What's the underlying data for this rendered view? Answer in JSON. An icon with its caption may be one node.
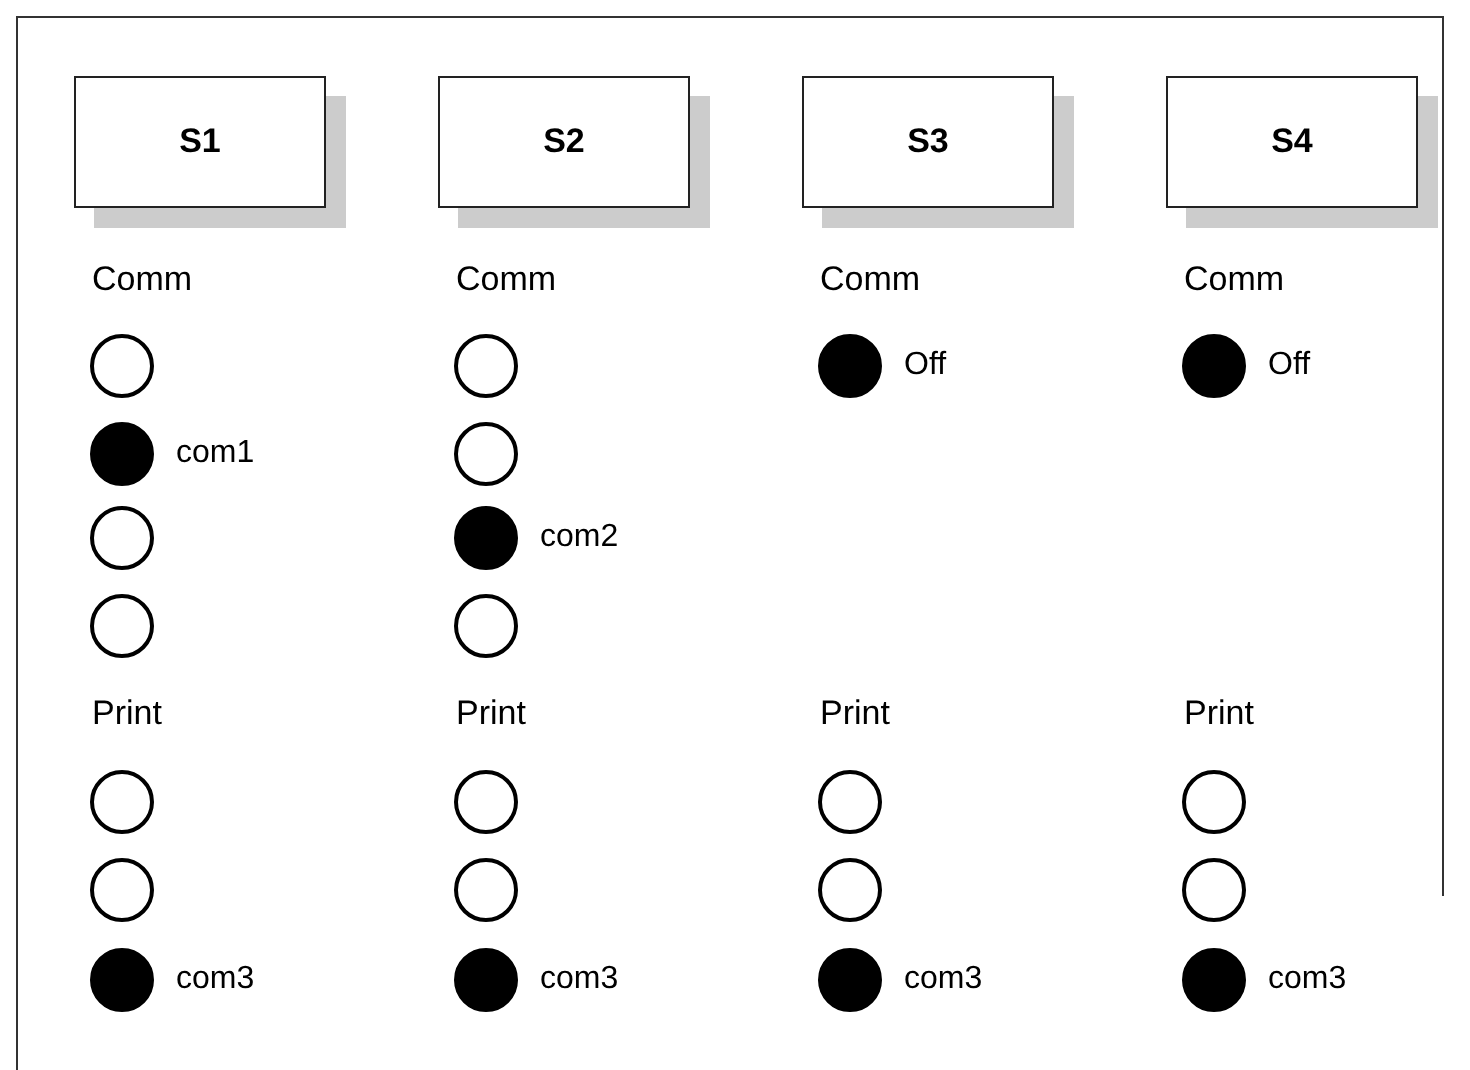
{
  "diagram": {
    "nodes": [
      {
        "text": [
          "S1"
        ]
      },
      {
        "text": [
          "S2"
        ]
      },
      {
        "text": [
          "S3"
        ]
      },
      {
        "text": [
          "S4"
        ]
      },
      {
        "text": [],
        "shape": "circle"
      },
      {
        "text": [],
        "shape": "circle"
      },
      {
        "text": [],
        "shape": "circle",
        "beside": [
          "Off"
        ]
      },
      {
        "text": [],
        "shape": "circle",
        "beside": [
          "Off"
        ]
      },
      {
        "text": [],
        "shape": "circle",
        "beside": [
          "com1"
        ]
      },
      {
        "text": [],
        "shape": "circle"
      },
      {
        "text": [],
        "shape": "circle"
      },
      {
        "text": [],
        "shape": "circle",
        "beside": [
          "com2"
        ]
      },
      {
        "text": [],
        "shape": "circle"
      },
      {
        "text": [],
        "shape": "circle"
      },
      {
        "text": [],
        "shape": "circle"
      },
      {
        "text": [],
        "shape": "circle"
      },
      {
        "text": [],
        "shape": "circle"
      },
      {
        "text": [],
        "shape": "circle"
      },
      {
        "text": [],
        "shape": "circle"
      },
      {
        "text": [],
        "shape": "circle"
      },
      {
        "text": [],
        "shape": "circle"
      },
      {
        "text": [],
        "shape": "circle"
      },
      {
        "text": [],
        "shape": "circle",
        "beside": [
          "com3"
        ]
      },
      {
        "text": [],
        "shape": "circle",
        "beside": [
          "com3"
        ]
      },
      {
        "text": [],
        "shape": "circle",
        "beside": [
          "com3"
        ]
      },
      {
        "text": [],
        "shape": "circle",
        "beside": [
          "com3"
        ]
      }
    ],
    "labels": [
      "Comm",
      "Comm",
      "Comm",
      "Comm",
      "Print",
      "Print",
      "Print",
      "Print"
    ]
  }
}
